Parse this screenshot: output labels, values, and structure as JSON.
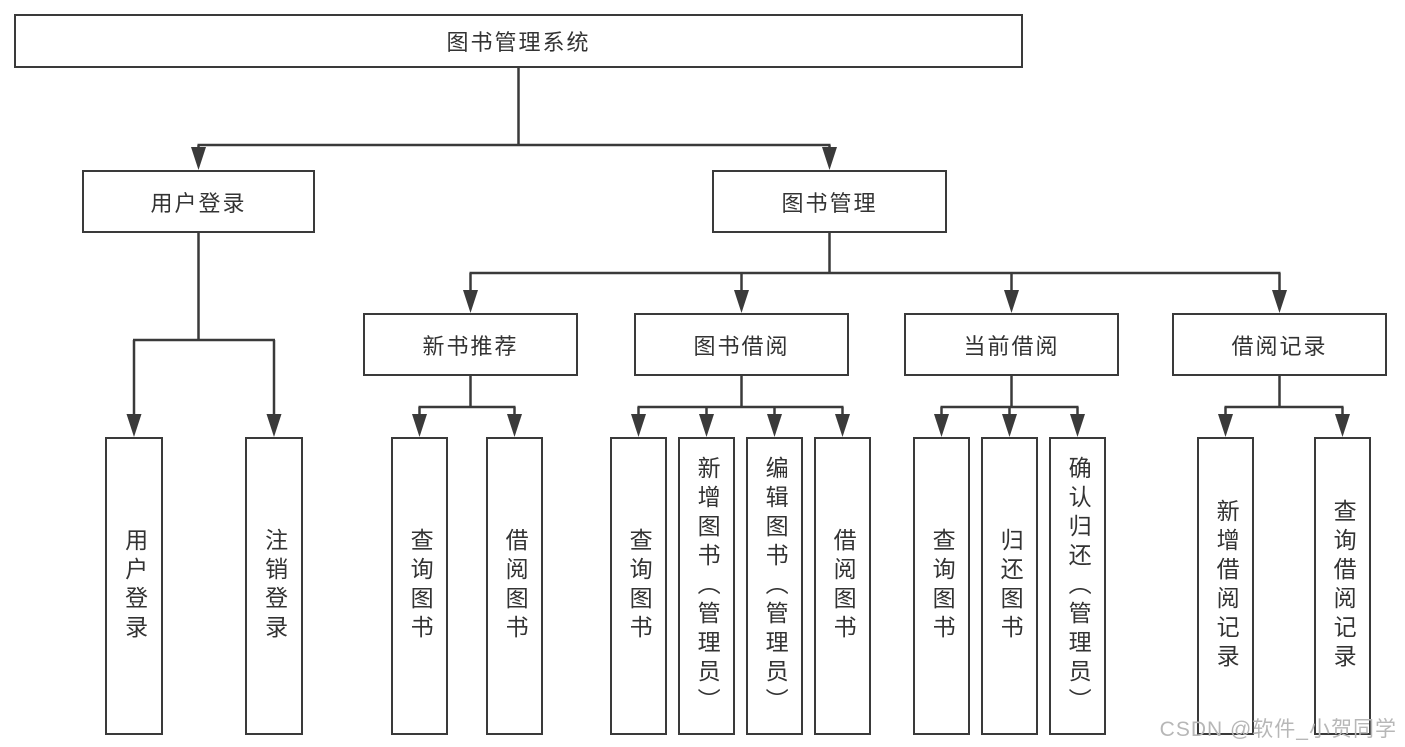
{
  "colors": {
    "line": "#3a3a3a",
    "box_border": "#3a3a3a",
    "text": "#333333",
    "watermark": "#b7b7b7",
    "background": "#ffffff"
  },
  "tree": {
    "root": {
      "label": "图书管理系统",
      "children": [
        {
          "label": "用户登录",
          "children": [
            {
              "label": "用户登录"
            },
            {
              "label": "注销登录"
            }
          ]
        },
        {
          "label": "图书管理",
          "children": [
            {
              "label": "新书推荐",
              "children": [
                {
                  "label": "查询图书"
                },
                {
                  "label": "借阅图书"
                }
              ]
            },
            {
              "label": "图书借阅",
              "children": [
                {
                  "label": "查询图书"
                },
                {
                  "label": "新增图书（管理员）"
                },
                {
                  "label": "编辑图书（管理员）"
                },
                {
                  "label": "借阅图书"
                }
              ]
            },
            {
              "label": "当前借阅",
              "children": [
                {
                  "label": "查询图书"
                },
                {
                  "label": "归还图书"
                },
                {
                  "label": "确认归还（管理员）"
                }
              ]
            },
            {
              "label": "借阅记录",
              "children": [
                {
                  "label": "新增借阅记录"
                },
                {
                  "label": "查询借阅记录"
                }
              ]
            }
          ]
        }
      ]
    }
  },
  "watermark": {
    "text": "CSDN @软件_小贺同学"
  }
}
